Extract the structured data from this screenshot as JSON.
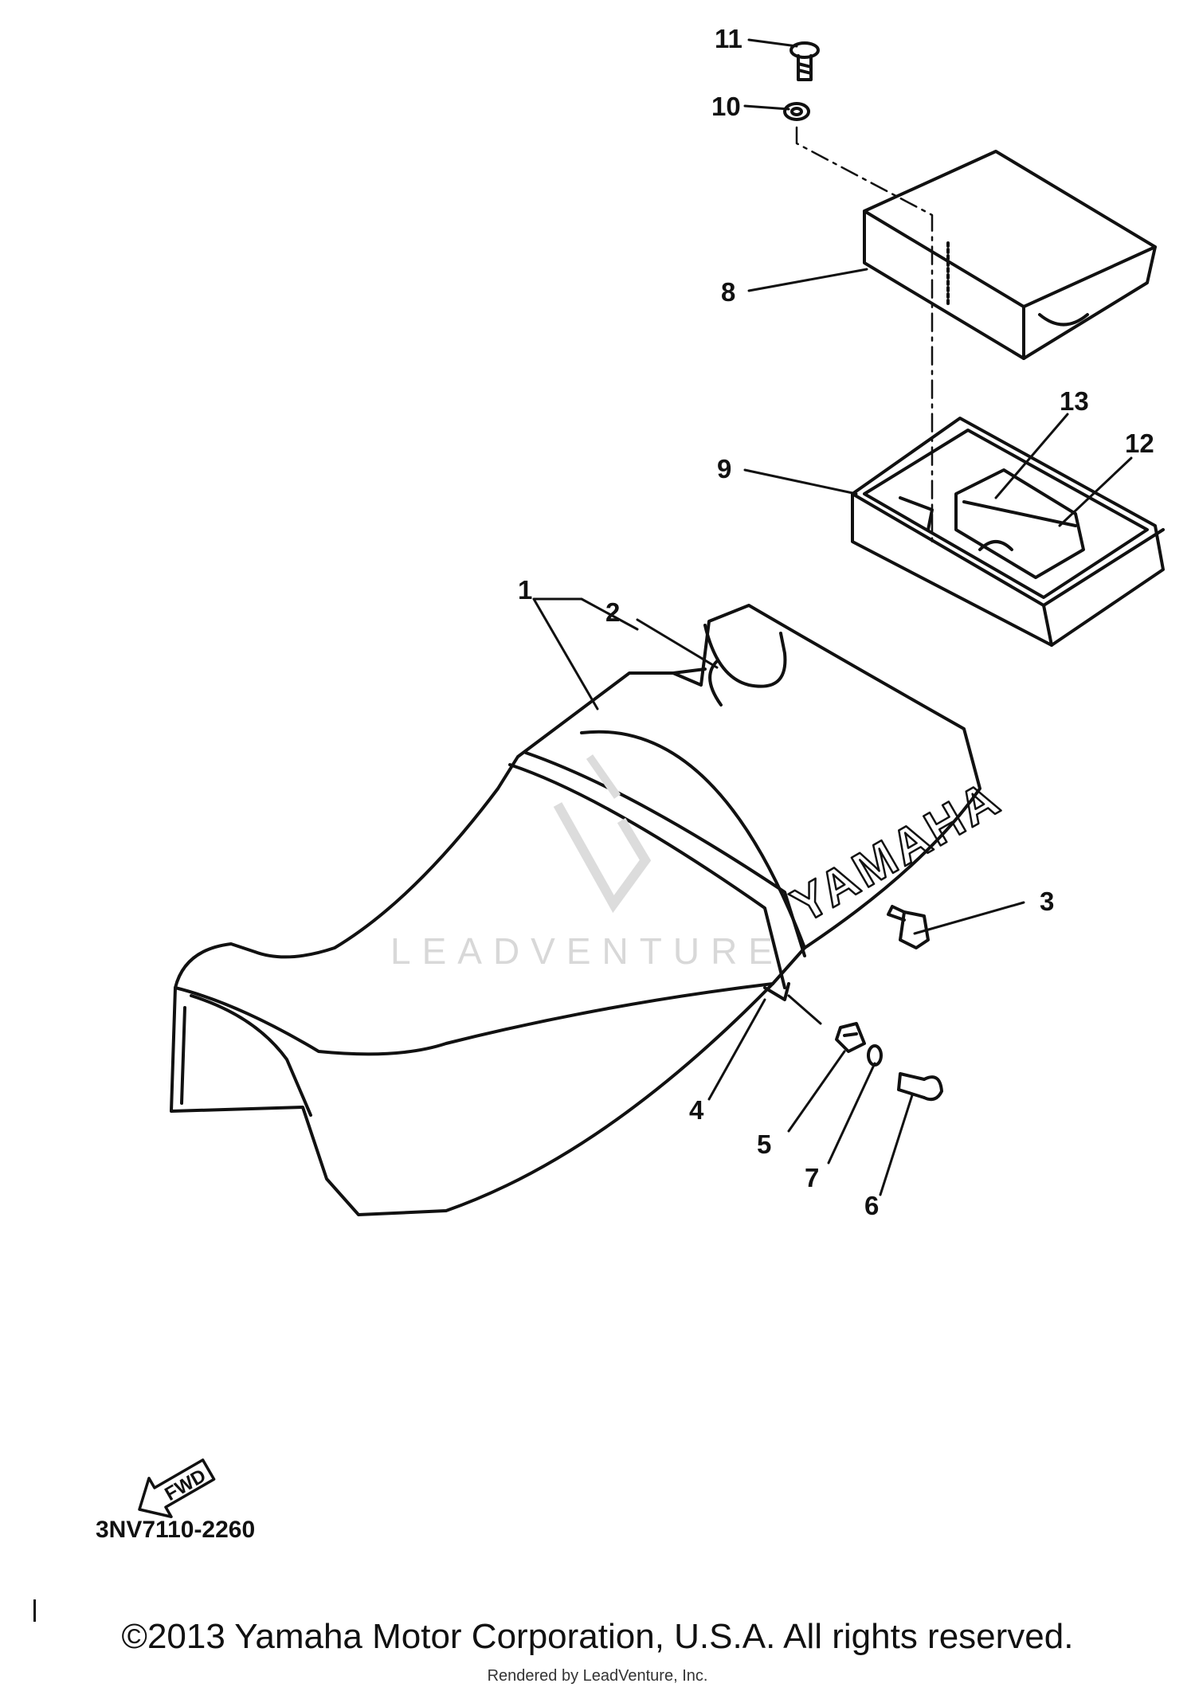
{
  "diagram": {
    "callouts": [
      "1",
      "2",
      "3",
      "4",
      "5",
      "6",
      "7",
      "8",
      "9",
      "10",
      "11",
      "12",
      "13"
    ],
    "seat_logo": "YAMAHA",
    "fwd_arrow_label": "FWD",
    "part_number": "3NV7110-2260",
    "watermark": "LEADVENTURE"
  },
  "footer": {
    "copyright": "©2013 Yamaha Motor Corporation, U.S.A. All rights reserved.",
    "rendered_by": "Rendered by LeadVenture, Inc."
  }
}
